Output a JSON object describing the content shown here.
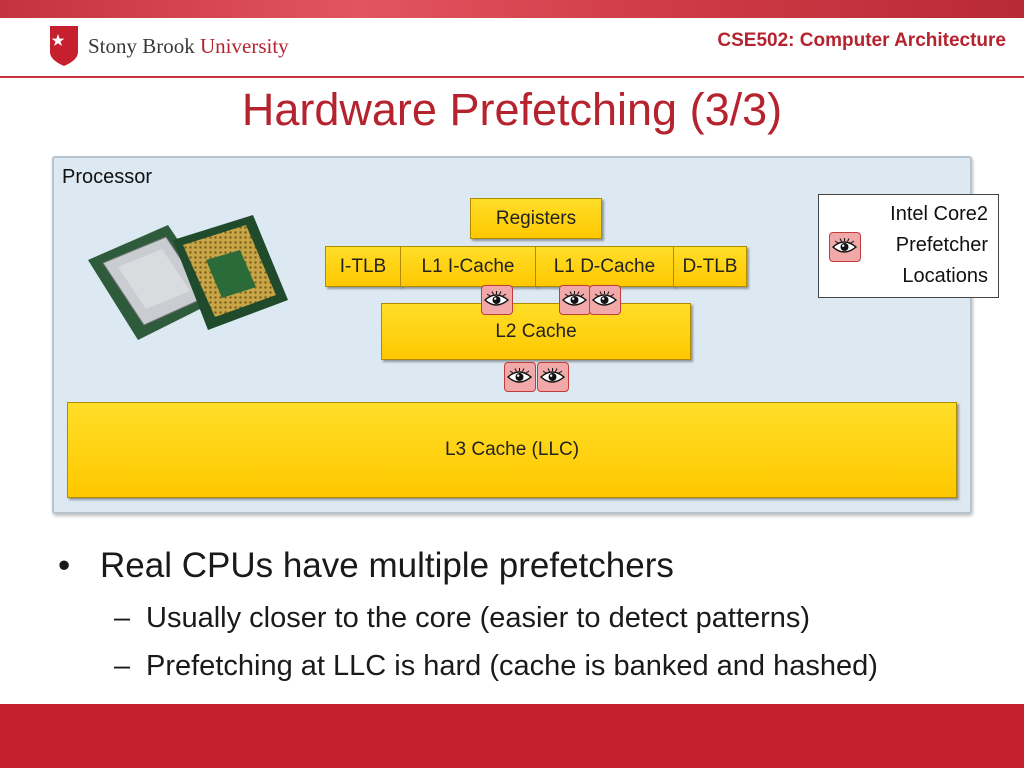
{
  "header": {
    "logo_text_main": "Stony Brook ",
    "logo_text_accent": "University",
    "course": "CSE502: Computer Architecture",
    "title": "Hardware Prefetching (3/3)"
  },
  "diagram": {
    "processor_label": "Processor",
    "registers": "Registers",
    "itlb": "I-TLB",
    "l1i": "L1 I-Cache",
    "l1d": "L1 D-Cache",
    "dtlb": "D-TLB",
    "l2": "L2 Cache",
    "l3": "L3 Cache (LLC)",
    "legend": {
      "line1": "Intel Core2",
      "line2": "Prefetcher",
      "line3": "Locations"
    }
  },
  "bullets": {
    "main": "Real CPUs have multiple prefetchers",
    "sub1": "Usually closer to the core (easier to detect patterns)",
    "sub2": "Prefetching at LLC is hard (cache is banked and hashed)"
  },
  "colors": {
    "brand_red": "#b5232f",
    "cache_yellow": "#ffd21a",
    "eye_pink": "#f1a8a8",
    "processor_bg": "#dce8f2"
  },
  "icons": [
    "prefetcher-eye-icon",
    "cpu-chip-image",
    "university-logo-icon"
  ]
}
